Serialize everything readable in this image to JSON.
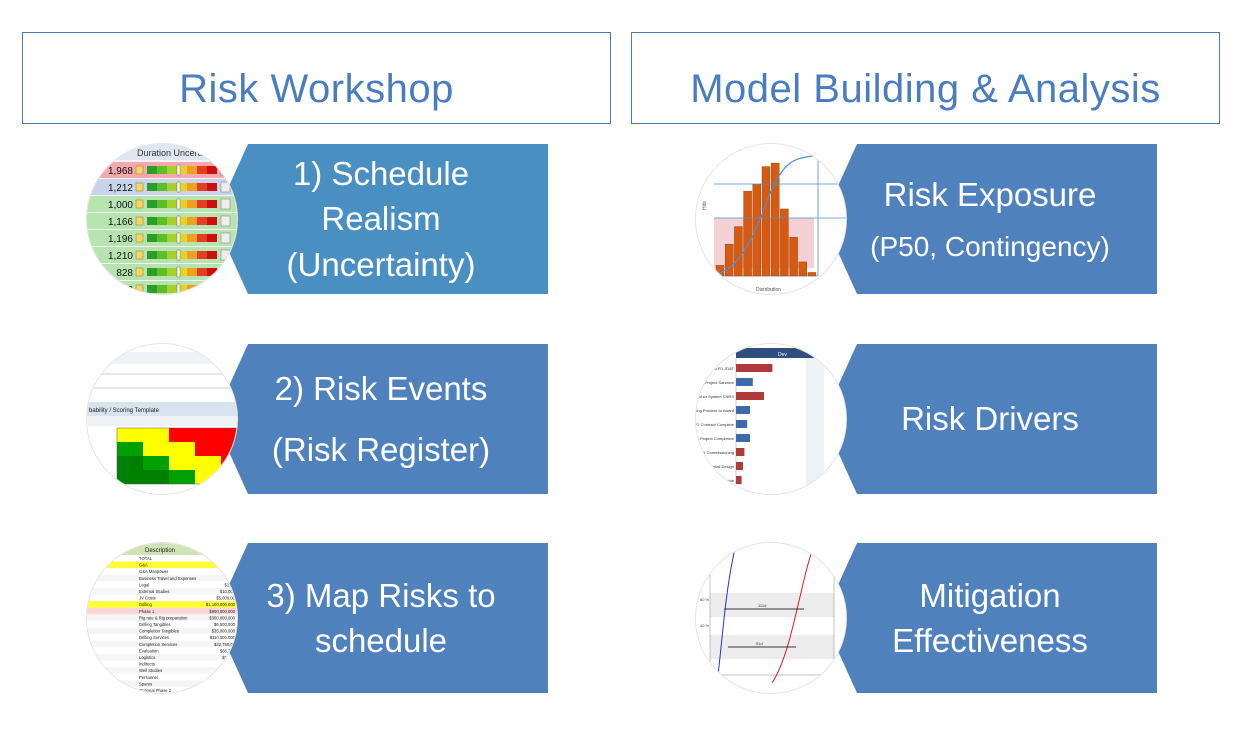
{
  "headers": {
    "left": "Risk Workshop",
    "right": "Model Building & Analysis"
  },
  "left_steps": [
    {
      "line1": "1) Schedule",
      "line2": "Realism",
      "line3": "(Uncertainty)",
      "thumbnail_icon": "duration-uncertainty-table-icon"
    },
    {
      "line1": "2) Risk Events",
      "line2": "(Risk Register)",
      "thumbnail_icon": "risk-register-heatmap-icon"
    },
    {
      "line1": "3) Map Risks to",
      "line2": "schedule",
      "thumbnail_icon": "schedule-wbs-table-icon"
    }
  ],
  "right_steps": [
    {
      "line1": "Risk Exposure",
      "line2": "(P50, Contingency)",
      "thumbnail_icon": "distribution-histogram-icon"
    },
    {
      "line1": "Risk Drivers",
      "thumbnail_icon": "tornado-chart-icon"
    },
    {
      "line1": "Mitigation",
      "line2": "Effectiveness",
      "thumbnail_icon": "cumulative-curves-icon"
    }
  ],
  "thumbnails": {
    "duration_table": {
      "header": "Duration Uncertai",
      "values": [
        "1,968",
        "1,212",
        "1,000",
        "1,166",
        "1,196",
        "1,210",
        "828",
        "312"
      ]
    },
    "risk_register": {
      "header": "bability / Scoring Template"
    },
    "wbs_table": {
      "header": "Description",
      "rows": [
        "TOTAL",
        "G&A",
        "G&A Manpower",
        "Business Travel and Expenses",
        "Legal",
        "External Studies",
        "JV Costs",
        "Drilling",
        "Phase 1",
        "Rig rate & Rig preparation",
        "Drilling Tangibles",
        "Completion Tangibles",
        "Drilling Services",
        "Completion Services",
        "Evaluation",
        "Logistics",
        "Indirects",
        "Well Studies",
        "Personnel",
        "Spares",
        "Optional Phase 2"
      ],
      "values": [
        "",
        "",
        "$4",
        "$61",
        "$1,00",
        "$10,000",
        "$5,000,00",
        "$1,100,000,000",
        "$900,000,000",
        "$300,000,000",
        "$6,500,000",
        "$35,000,000",
        "$110,000,000",
        "$32,750,00",
        "$66,750",
        "$15,59",
        "$?",
        "",
        "",
        "",
        ""
      ]
    },
    "histogram": {
      "xlabel": "Distribution",
      "ylabel": "Hits",
      "bars": [
        3,
        9,
        14,
        24,
        26,
        31,
        32,
        19,
        11,
        4,
        1
      ]
    },
    "tornado": {
      "header": "Dev",
      "labels": [
        "uo R1 JDAT",
        "r Project Sanction",
        "Anchor System CNRS",
        "cting Process to Award",
        "BP2 Contract Complete",
        "PA Project Completion",
        "rsk Commissioning",
        "Detail Design",
        "Hole"
      ],
      "values": [
        52,
        24,
        40,
        20,
        16,
        20,
        12,
        10,
        8
      ]
    },
    "curves": {
      "y_labels": [
        "80 %",
        "40 %"
      ],
      "bar_labels": [
        "111d",
        "51d"
      ]
    }
  }
}
